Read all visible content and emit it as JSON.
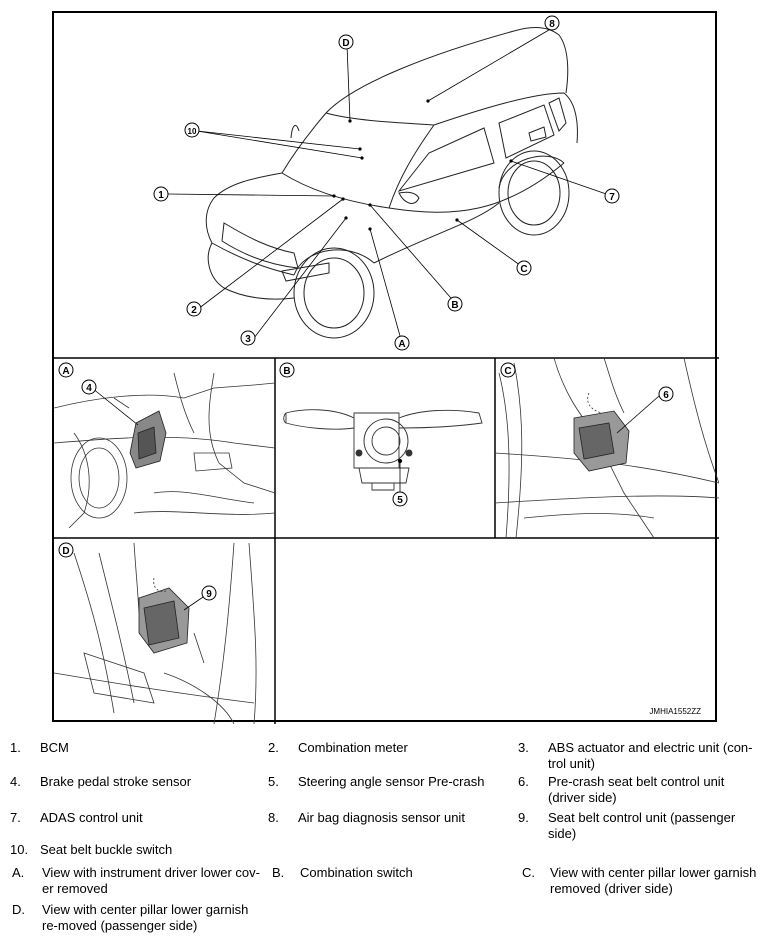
{
  "figure": {
    "id": "JMHIA1552ZZ",
    "callouts": {
      "n1": "1",
      "n2": "2",
      "n3": "3",
      "n4": "4",
      "n5": "5",
      "n6": "6",
      "n7": "7",
      "n8": "8",
      "n9": "9",
      "n10": "10",
      "A": "A",
      "B": "B",
      "C": "C",
      "D": "D"
    }
  },
  "legend": [
    {
      "num": "1.",
      "text": "BCM"
    },
    {
      "num": "2.",
      "text": "Combination meter"
    },
    {
      "num": "3.",
      "text": "ABS actuator and electric unit (con-trol unit)"
    },
    {
      "num": "4.",
      "text": "Brake pedal stroke sensor"
    },
    {
      "num": "5.",
      "text": "Steering angle sensor Pre-crash"
    },
    {
      "num": "6.",
      "text": "Pre-crash seat belt control unit (driver side)"
    },
    {
      "num": "7.",
      "text": "ADAS control unit"
    },
    {
      "num": "8.",
      "text": "Air bag diagnosis sensor unit"
    },
    {
      "num": "9.",
      "text": "Seat belt control unit (passenger side)"
    },
    {
      "num": "10.",
      "text": "Seat belt buckle switch"
    },
    {
      "num": "A.",
      "text": "View with instrument driver lower cov-er removed"
    },
    {
      "num": "B.",
      "text": "Combination switch"
    },
    {
      "num": "C.",
      "text": "View with center pillar lower garnish removed (driver side)"
    },
    {
      "num": "D.",
      "text": "View with center pillar lower garnish re-moved (passenger side)"
    }
  ]
}
